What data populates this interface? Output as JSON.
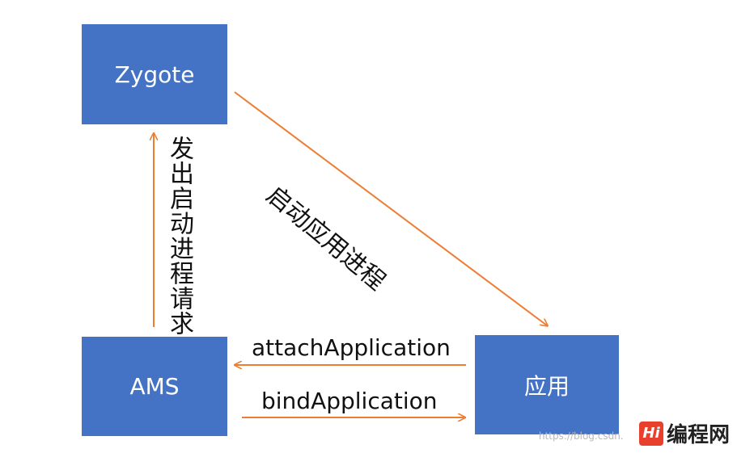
{
  "nodes": {
    "zygote": "Zygote",
    "ams": "AMS",
    "app": "应用"
  },
  "edges": {
    "request": "发出启动进程请求",
    "launch": "启动应用进程",
    "attach": "attachApplication",
    "bind": "bindApplication"
  },
  "colors": {
    "box": "#4472c4",
    "arrow": "#ed7d31"
  },
  "watermark": {
    "url": "https://blog.csdn.",
    "logo_mark": "Hi",
    "logo_text": "编程网"
  }
}
